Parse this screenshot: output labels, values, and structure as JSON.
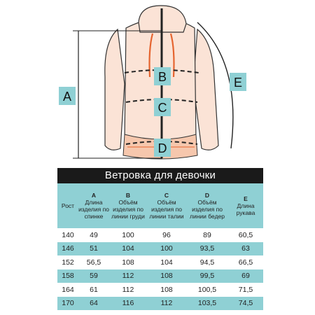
{
  "diagram": {
    "labels": {
      "a": "A",
      "b": "B",
      "c": "C",
      "d": "D",
      "e": "E"
    },
    "colors": {
      "jacket": "#fbe3d6",
      "accent": "#e5642f",
      "label_bg": "#8fd0d4",
      "outline": "#333333"
    }
  },
  "table": {
    "title": "Ветровка для девочки",
    "headers": [
      {
        "letter": "",
        "text": "Рост"
      },
      {
        "letter": "A",
        "text": "Длина изделия по спинке"
      },
      {
        "letter": "B",
        "text": "Объём изделия по линии груди"
      },
      {
        "letter": "C",
        "text": "Объём изделия по линии талии"
      },
      {
        "letter": "D",
        "text": "Объём изделия по линии бедер"
      },
      {
        "letter": "E",
        "text": "Длина рукава"
      }
    ],
    "rows": [
      [
        "140",
        "49",
        "100",
        "96",
        "89",
        "60,5"
      ],
      [
        "146",
        "51",
        "104",
        "100",
        "93,5",
        "63"
      ],
      [
        "152",
        "56,5",
        "108",
        "104",
        "94,5",
        "66,5"
      ],
      [
        "158",
        "59",
        "112",
        "108",
        "99,5",
        "69"
      ],
      [
        "164",
        "61",
        "112",
        "108",
        "100,5",
        "71,5"
      ],
      [
        "170",
        "64",
        "116",
        "112",
        "103,5",
        "74,5"
      ]
    ],
    "colors": {
      "header_bg": "#8fd0d4",
      "title_bg": "#1a1a1a"
    }
  }
}
